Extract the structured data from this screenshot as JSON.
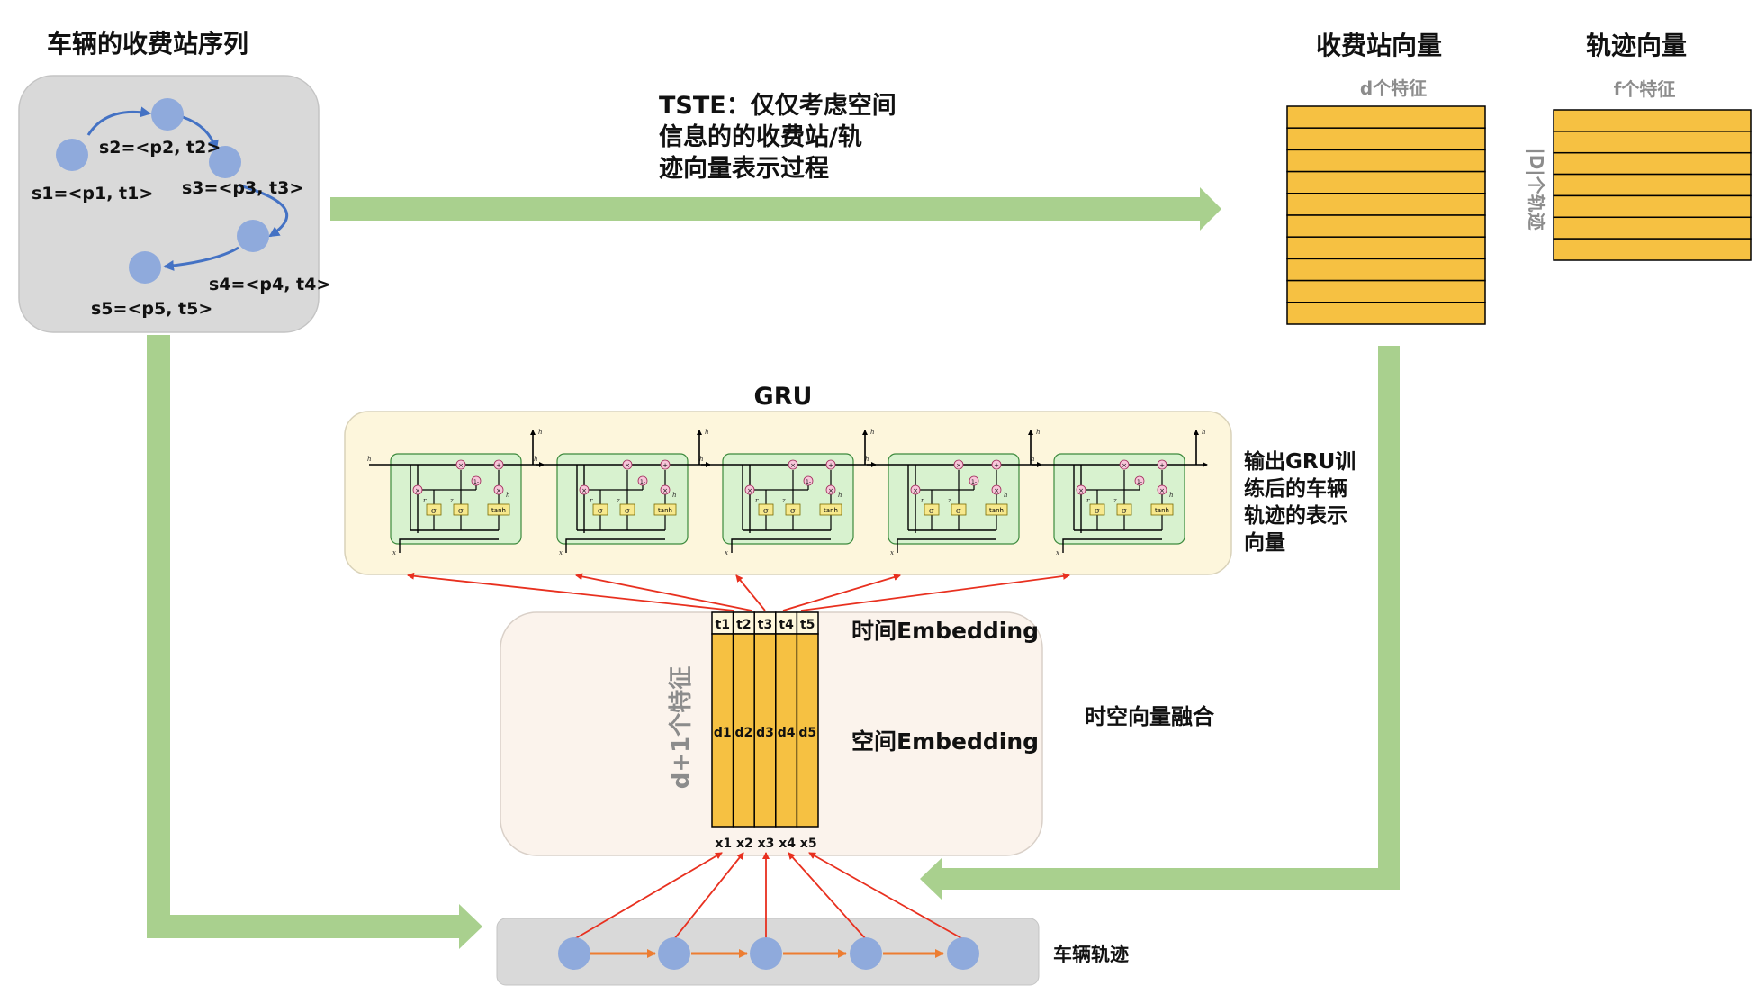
{
  "sequence": {
    "title": "车辆的收费站序列",
    "stops": [
      "s1=<p1, t1>",
      "s2=<p2, t2>",
      "s3=<p3, t3>",
      "s4=<p4, t4>",
      "s5=<p5, t5>"
    ]
  },
  "tste": {
    "line1": "TSTE：仅仅考虑空间",
    "line2": "信息的的收费站/轨",
    "line3": "迹向量表示过程"
  },
  "station_vec": {
    "title": "收费站向量",
    "cols": "d个特征"
  },
  "traj_vec": {
    "title": "轨迹向量",
    "cols": "f个特征",
    "rows": "|D|个轨迹"
  },
  "gru": {
    "title": "GRU",
    "output_line1": "输出GRU训",
    "output_line2": "练后的车辆",
    "output_line3": "轨迹的表示",
    "output_line4": "向量"
  },
  "fusion": {
    "time_embed": "时间Embedding",
    "space_embed": "空间Embedding",
    "height_label": "d+1个特征",
    "t_labels": [
      "t1",
      "t2",
      "t3",
      "t4",
      "t5"
    ],
    "d_labels": [
      "d1",
      "d2",
      "d3",
      "d4",
      "d5"
    ],
    "x_labels": [
      "x1",
      "x2",
      "x3",
      "x4",
      "x5"
    ],
    "side_label": "时空向量融合"
  },
  "trajectory": {
    "label": "车辆轨迹"
  },
  "colors": {
    "green_arrow": "#a9d08e",
    "node": "#8faadc",
    "yellow": "#f6c142",
    "red": "#e8301f",
    "orange": "#ed7d31",
    "blue_arrow": "#4472c4",
    "gru_panel": "#fdf6dc",
    "cell_green": "#d8f2cf"
  }
}
